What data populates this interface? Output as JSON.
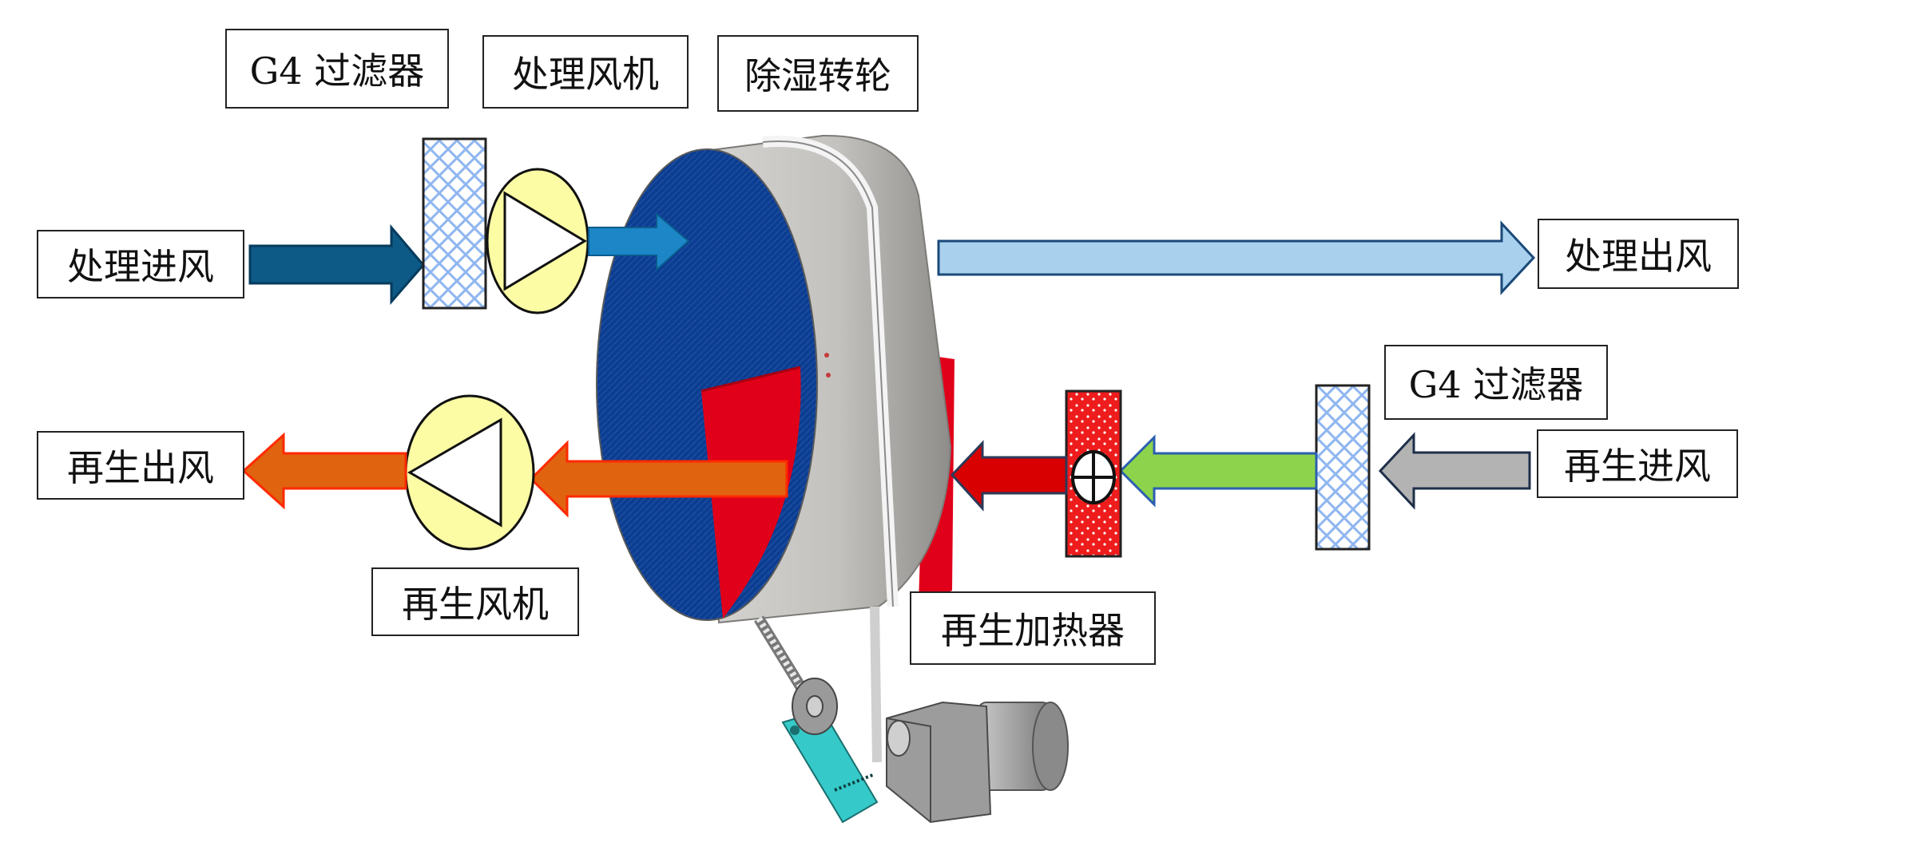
{
  "labels": {
    "g4_filter_top": "G4 过滤器",
    "process_fan": "处理风机",
    "desiccant_wheel": "除湿转轮",
    "process_inlet": "处理进风",
    "process_outlet": "处理出风",
    "g4_filter_right": "G4 过滤器",
    "regen_inlet": "再生进风",
    "regen_outlet": "再生出风",
    "regen_fan": "再生风机",
    "regen_heater": "再生加热器"
  },
  "colors": {
    "process_inlet_arrow": "#0d5a86",
    "process_mid_arrow": "#1c86c6",
    "process_outlet_arrow": "#a9d1ee",
    "regen_inlet_arrow": "#b3b3b3",
    "regen_heated_arrow": "#8ed34c",
    "regen_hot_arrow": "#d80000",
    "regen_exhaust_arrow": "#e06310",
    "wheel_process_sector": "#0b3d91",
    "wheel_regen_sector": "#e10019",
    "wheel_rim": "#c9c7c4",
    "filter_pattern": "#8fb6ef",
    "fan_fill": "#fbfca4",
    "motor_body": "#9c9c9c",
    "tensioner_arm": "#35c9c9"
  }
}
